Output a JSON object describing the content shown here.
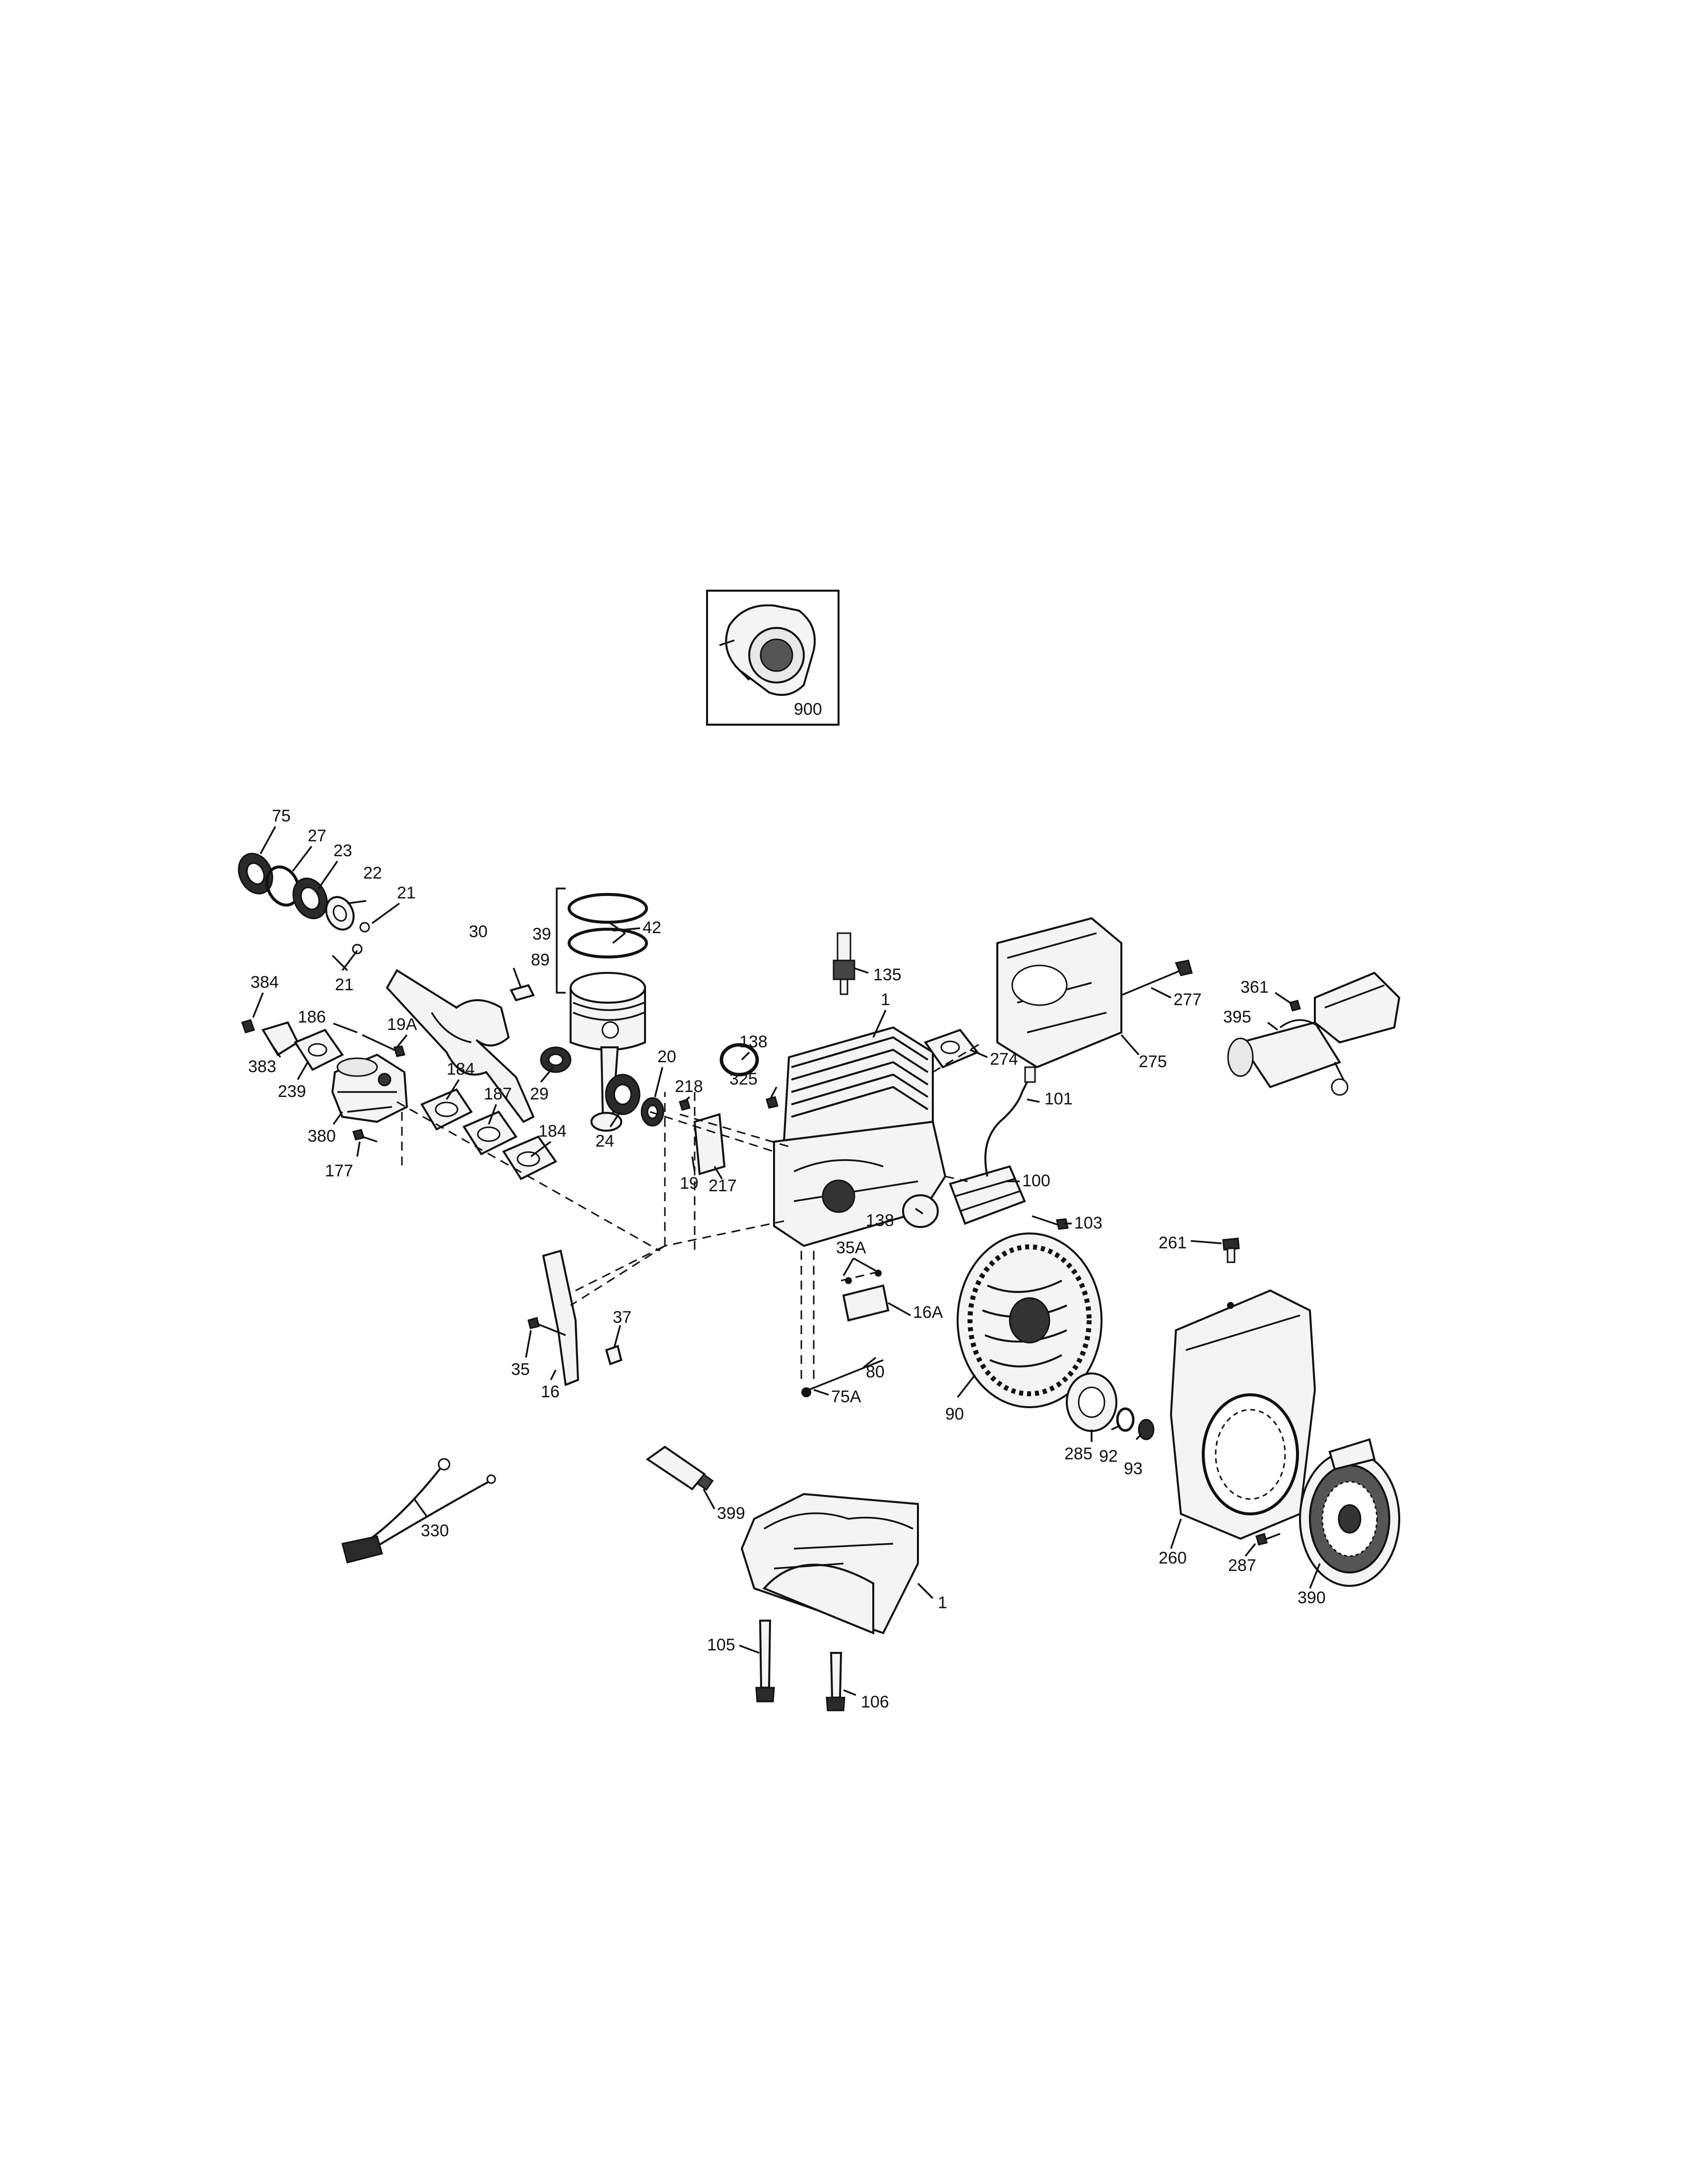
{
  "inset": {
    "label": "900"
  },
  "callouts": [
    "75",
    "27",
    "23",
    "22",
    "21",
    "21",
    "30",
    "39",
    "42",
    "89",
    "384",
    "186",
    "19A",
    "383",
    "239",
    "380",
    "177",
    "184",
    "187",
    "184",
    "29",
    "24",
    "20",
    "218",
    "138",
    "1",
    "325",
    "19",
    "217",
    "135",
    "277",
    "275",
    "274",
    "361",
    "395",
    "101",
    "100",
    "103",
    "138",
    "35A",
    "16A",
    "80",
    "75A",
    "90",
    "285",
    "92",
    "93",
    "261",
    "260",
    "287",
    "390",
    "37",
    "35",
    "16",
    "330",
    "399",
    "1",
    "105",
    "106"
  ]
}
